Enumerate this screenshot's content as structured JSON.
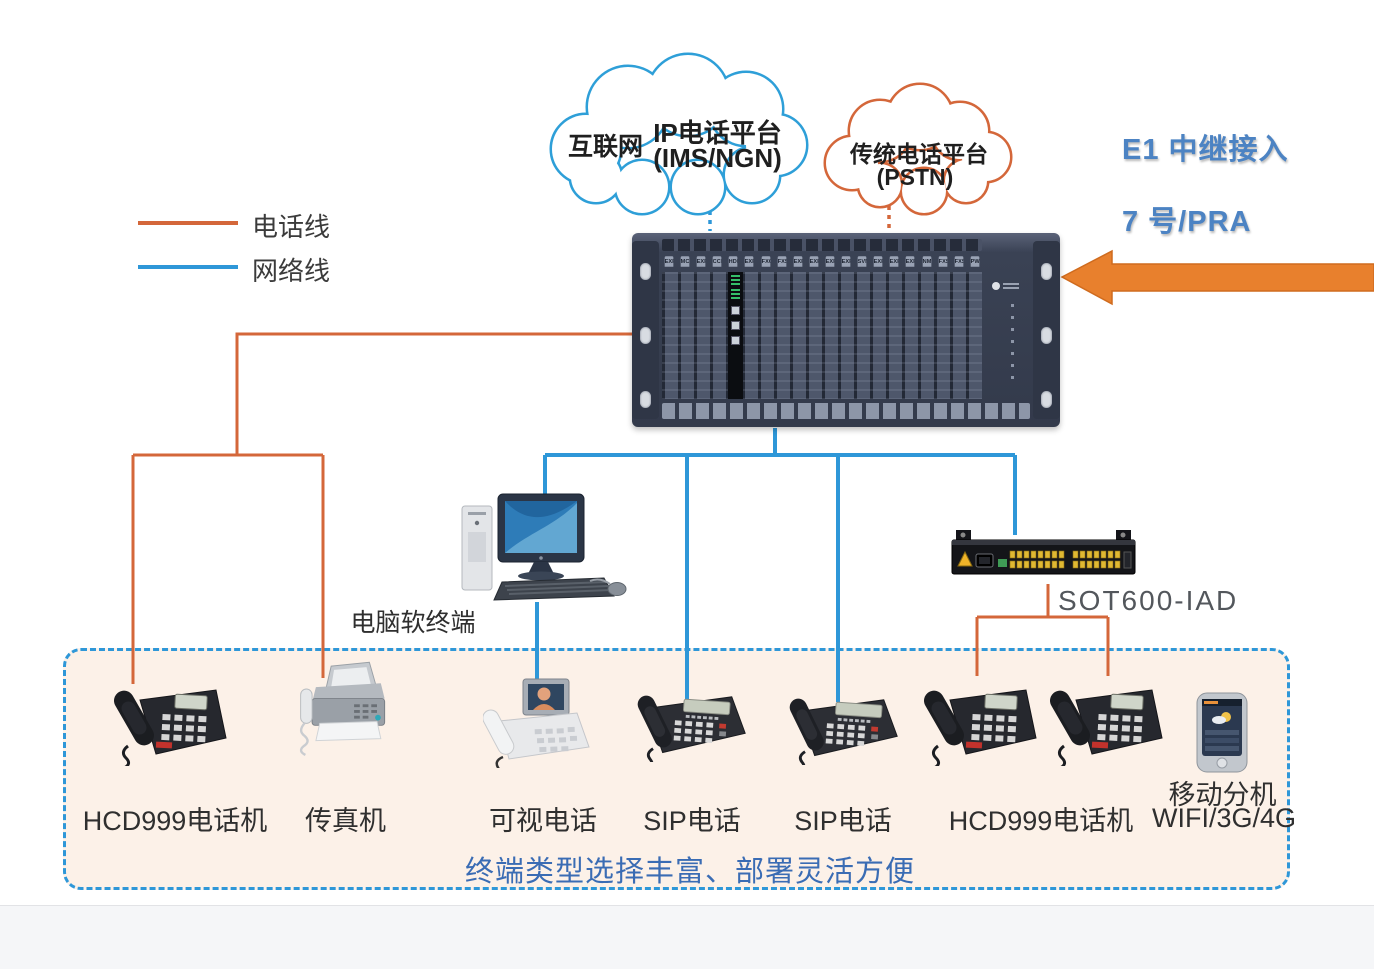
{
  "legend": {
    "items": [
      {
        "label": "电话线",
        "color": "#d4673a"
      },
      {
        "label": "网络线",
        "color": "#2e97d8"
      }
    ]
  },
  "clouds": {
    "internet": {
      "side_label": "互联网",
      "title": "IP电话平台",
      "subtitle": "(IMS/NGN)",
      "outline_color": "#2e9fd8"
    },
    "pstn": {
      "title": "传统电话平台",
      "subtitle": "(PSTN)",
      "outline_color": "#d4673a"
    }
  },
  "trunk_annotation": {
    "line1": "E1 中继接入",
    "line2": "7 号/PRA"
  },
  "chassis": {
    "slots": [
      "EXP",
      "MCU",
      "EXP",
      "CCB",
      "HDP",
      "EXP",
      "FXO",
      "FXS",
      "EXP",
      "EXP",
      "EXP",
      "EXP",
      "SVM",
      "EXP",
      "EXP",
      "EXP",
      "NMU",
      "FXS",
      "FXS",
      "PWR"
    ]
  },
  "soft_terminal": {
    "label": "电脑软终端"
  },
  "iad": {
    "label": "SOT600-IAD"
  },
  "terminals": {
    "caption": "终端类型选择丰富、部署灵活方便",
    "items": [
      {
        "label": "HCD999电话机"
      },
      {
        "label": "传真机"
      },
      {
        "label": "可视电话"
      },
      {
        "label": "SIP电话"
      },
      {
        "label": "SIP电话"
      },
      {
        "label": "HCD999电话机"
      },
      {
        "label": "移动分机",
        "label2": "WIFI/3G/4G"
      }
    ]
  },
  "colors": {
    "phone_line": "#d4673a",
    "network_line": "#2e97d8",
    "annotation_text": "#4c83c3",
    "arrow": "#e8802d",
    "box_border": "#2e97d8",
    "box_fill": "#fcf1e8",
    "caption_text": "#3a6cb4",
    "chassis_body": "#3a4254"
  }
}
